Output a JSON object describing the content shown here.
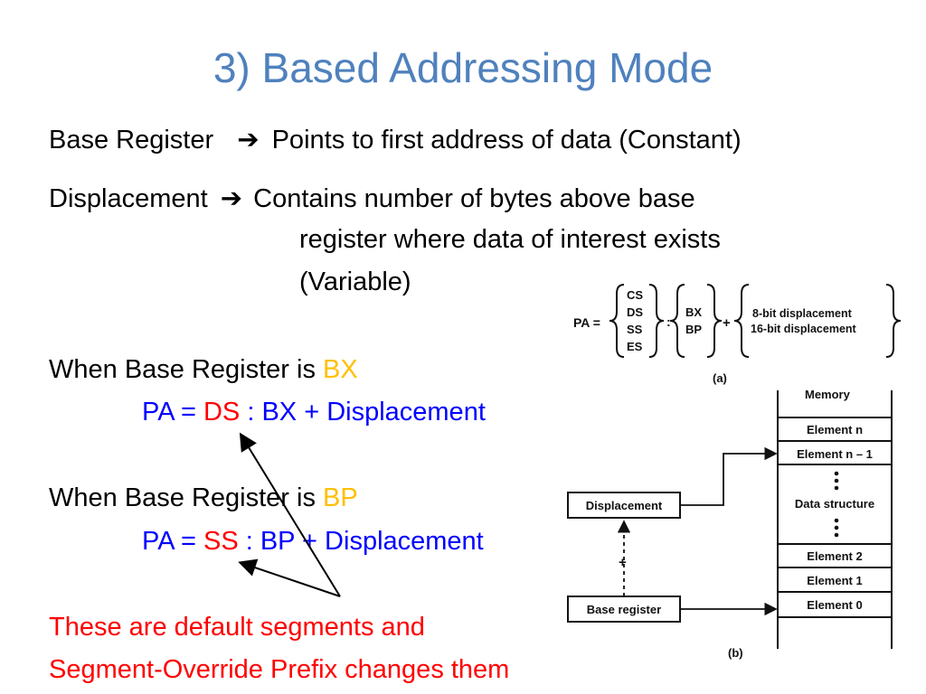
{
  "slide": {
    "title": "3) Based Addressing Mode",
    "base_register": {
      "term": "Base Register",
      "arrow": "➔",
      "definition": "Points to first address of data (Constant)"
    },
    "displacement": {
      "term": "Displacement",
      "arrow": "➔",
      "definition_lines": [
        "Contains number of bytes above base",
        "register where data of interest exists",
        "(Variable)"
      ]
    },
    "case_bx": {
      "prefix": "When Base Register is ",
      "reg": "BX",
      "formula_pa": "PA = ",
      "formula_seg": "DS",
      "formula_rest": " : BX + Displacement"
    },
    "case_bp": {
      "prefix": "When Base Register is ",
      "reg": "BP",
      "formula_pa": "PA = ",
      "formula_seg": "SS",
      "formula_rest": " : BP + Displacement"
    },
    "note_lines": [
      "These are default segments and",
      "Segment-Override Prefix changes them"
    ],
    "colors": {
      "title": "#4f81bd",
      "formula": "#0000ff",
      "highlight": "#ff0000",
      "register": "#ffc000"
    }
  },
  "figure_a": {
    "pa_label": "PA =",
    "segments": [
      "CS",
      "DS",
      "SS",
      "ES"
    ],
    "colon": ":",
    "bases": [
      "BX",
      "BP"
    ],
    "plus": "+",
    "displacements": [
      "8-bit displacement",
      "16-bit displacement"
    ],
    "caption": "(a)"
  },
  "figure_b": {
    "memory_label": "Memory",
    "elements": [
      "Element n",
      "Element n – 1",
      "Data structure",
      "Element 2",
      "Element 1",
      "Element 0"
    ],
    "displacement_label": "Displacement",
    "base_register_label": "Base register",
    "plus": "+",
    "caption": "(b)"
  }
}
